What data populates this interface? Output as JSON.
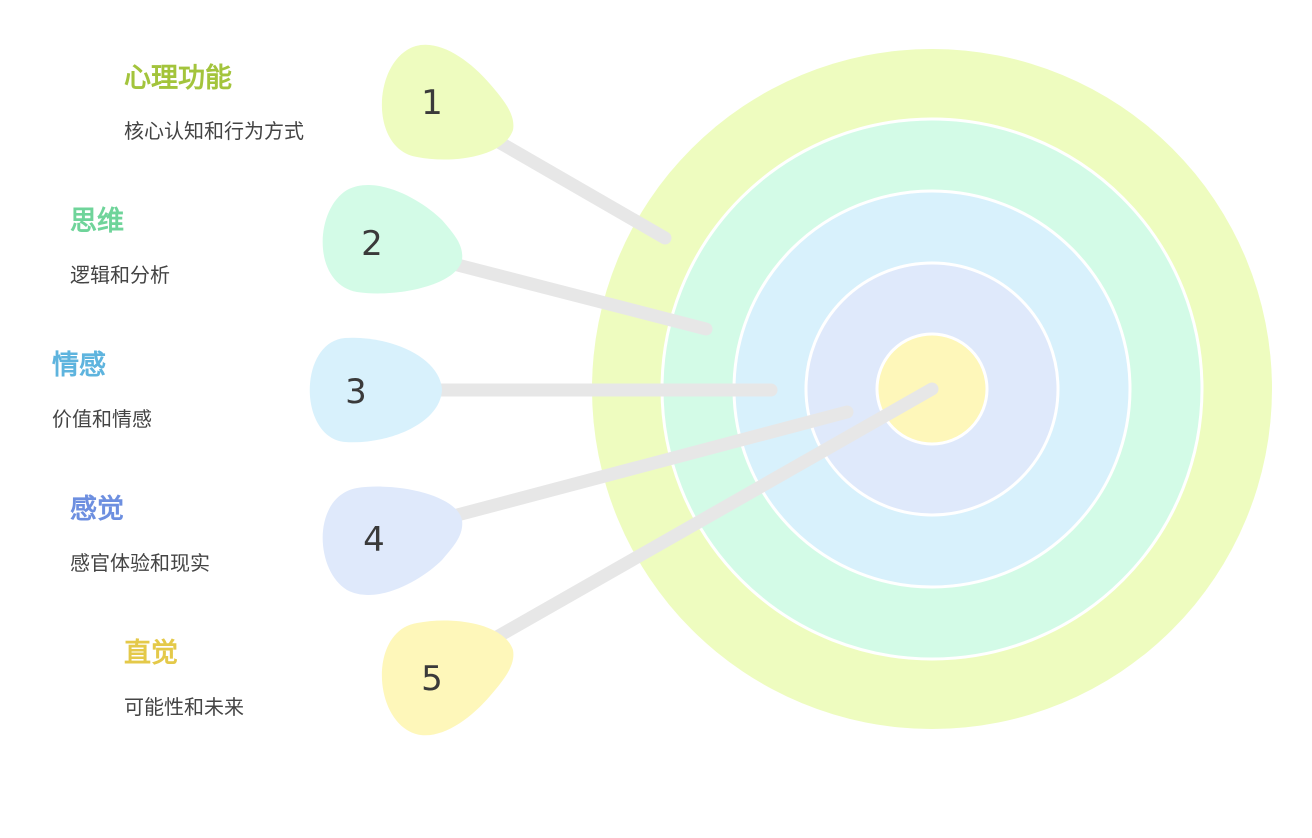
{
  "diagram": {
    "colors": {
      "ring1": "#eefcbf",
      "ring2": "#d3fbe7",
      "ring3": "#d8f1fc",
      "ring4": "#dfe9fb",
      "center": "#fef7ba",
      "arrow": "#e7e7e7"
    },
    "items": [
      {
        "number": "1",
        "title": "心理功能",
        "desc": "核心认知和行为方式",
        "title_color": "#a3c43c",
        "fill": "#eefcbf"
      },
      {
        "number": "2",
        "title": "思维",
        "desc": "逻辑和分析",
        "title_color": "#6fd49a",
        "fill": "#d3fbe7"
      },
      {
        "number": "3",
        "title": "情感",
        "desc": "价值和情感",
        "title_color": "#5eb4de",
        "fill": "#d8f1fc"
      },
      {
        "number": "4",
        "title": "感觉",
        "desc": "感官体验和现实",
        "title_color": "#6d8fe0",
        "fill": "#dfe9fb"
      },
      {
        "number": "5",
        "title": "直觉",
        "desc": "可能性和未来",
        "title_color": "#e4c949",
        "fill": "#fef7ba"
      }
    ]
  }
}
